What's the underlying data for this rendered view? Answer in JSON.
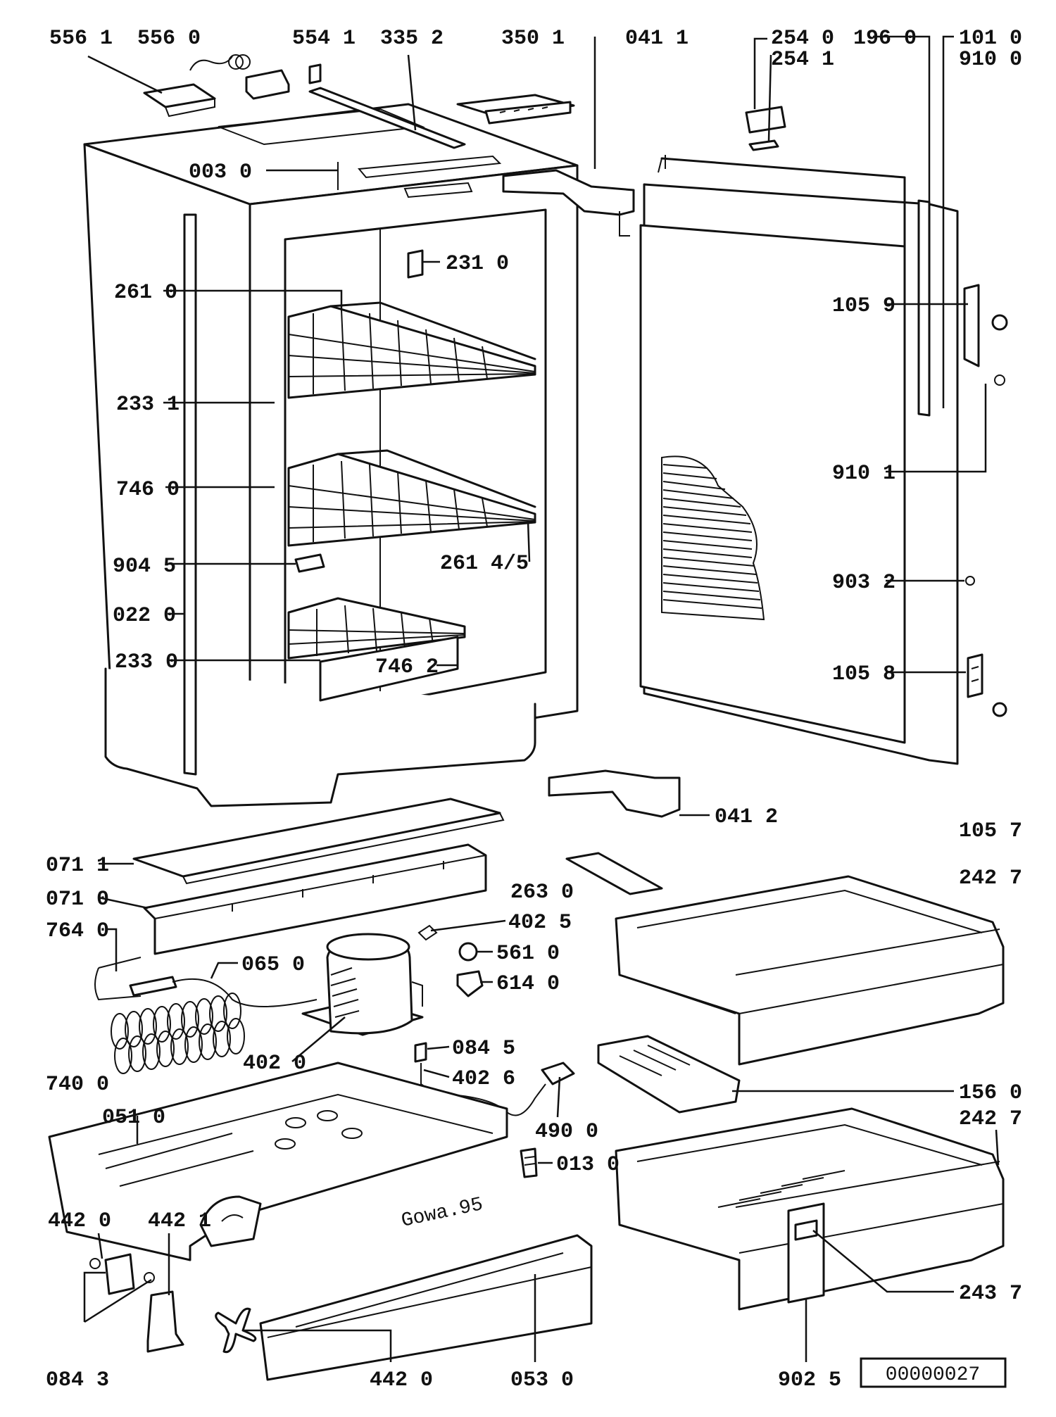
{
  "labels": {
    "l5561": "556 1",
    "l5560": "556 0",
    "l5541": "554 1",
    "l3352": "335 2",
    "l3501": "350 1",
    "l0411": "041 1",
    "l2540": "254 0",
    "l2541": "254 1",
    "l1960": "196 0",
    "l1010": "101 0",
    "l9100": "910 0",
    "l0030": "003 0",
    "l2310": "231 0",
    "l2610": "261 0",
    "l1059": "105 9",
    "l2331": "233 1",
    "l9101": "910 1",
    "l7460": "746 0",
    "l2614": "261 4/5",
    "l9045": "904 5",
    "l9032": "903 2",
    "l0220": "022 0",
    "l2330": "233 0",
    "l7462": "746 2",
    "l1058": "105 8",
    "l0412": "041 2",
    "l1057": "105 7",
    "l0711": "071 1",
    "l2630": "263 0",
    "l2427a": "242 7",
    "l0710": "071 0",
    "l4025": "402 5",
    "l7640": "764 0",
    "l0650": "065 0",
    "l5610": "561 0",
    "l6140": "614 0",
    "l0845": "084 5",
    "l4020": "402 0",
    "l4026": "402 6",
    "l7400": "740 0",
    "l1560": "156 0",
    "l0510": "051 0",
    "l2427b": "242 7",
    "l4900": "490 0",
    "l0130": "013 0",
    "l4420a": "442 0",
    "l4421": "442 1",
    "l2437": "243 7",
    "l0843": "084 3",
    "l4420b": "442 0",
    "l0530": "053 0",
    "l9025": "902 5",
    "stamp": "Gowa.95"
  },
  "reference_number": "00000027"
}
